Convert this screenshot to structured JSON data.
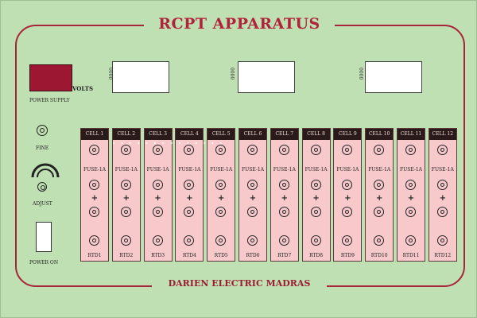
{
  "title": "RCPT APPARATUS",
  "footer": "DARIEN ELECTRIC MADRAS",
  "volts_label": "VOLTS",
  "power_supply_label": "POWER SUPPLY",
  "fine_label": "FINE",
  "adjust_label": "ADJUST",
  "power_on_label": "POWER ON",
  "meter_tag": "0000",
  "cells": [
    {
      "head": "CELL 1",
      "fuse": "FUSE-1A",
      "rtd": "RTD1"
    },
    {
      "head": "CELL 2",
      "fuse": "FUSE-1A",
      "rtd": "RTD2"
    },
    {
      "head": "CELL 3",
      "fuse": "FUSE-1A",
      "rtd": "RTD3"
    },
    {
      "head": "CELL 4",
      "fuse": "FUSE-1A",
      "rtd": "RTD4"
    },
    {
      "head": "CELL 5",
      "fuse": "FUSE-1A",
      "rtd": "RTD5"
    },
    {
      "head": "CELL 6",
      "fuse": "FUSE-1A",
      "rtd": "RTD6"
    },
    {
      "head": "CELL 7",
      "fuse": "FUSE-1A",
      "rtd": "RTD7"
    },
    {
      "head": "CELL 8",
      "fuse": "FUSE-1A",
      "rtd": "RTD8"
    },
    {
      "head": "CELL 9",
      "fuse": "FUSE-1A",
      "rtd": "RTD9"
    },
    {
      "head": "CELL 10",
      "fuse": "FUSE-1A",
      "rtd": "RTD10"
    },
    {
      "head": "CELL 11",
      "fuse": "FUSE-1A",
      "rtd": "RTD11"
    },
    {
      "head": "CELL 12",
      "fuse": "FUSE-1A",
      "rtd": "RTD12"
    }
  ],
  "colors": {
    "panel": "#bfe0b2",
    "frame": "#a8243a",
    "title": "#b0233a",
    "cell": "#f7c9cb",
    "power_box": "#9b1732"
  }
}
